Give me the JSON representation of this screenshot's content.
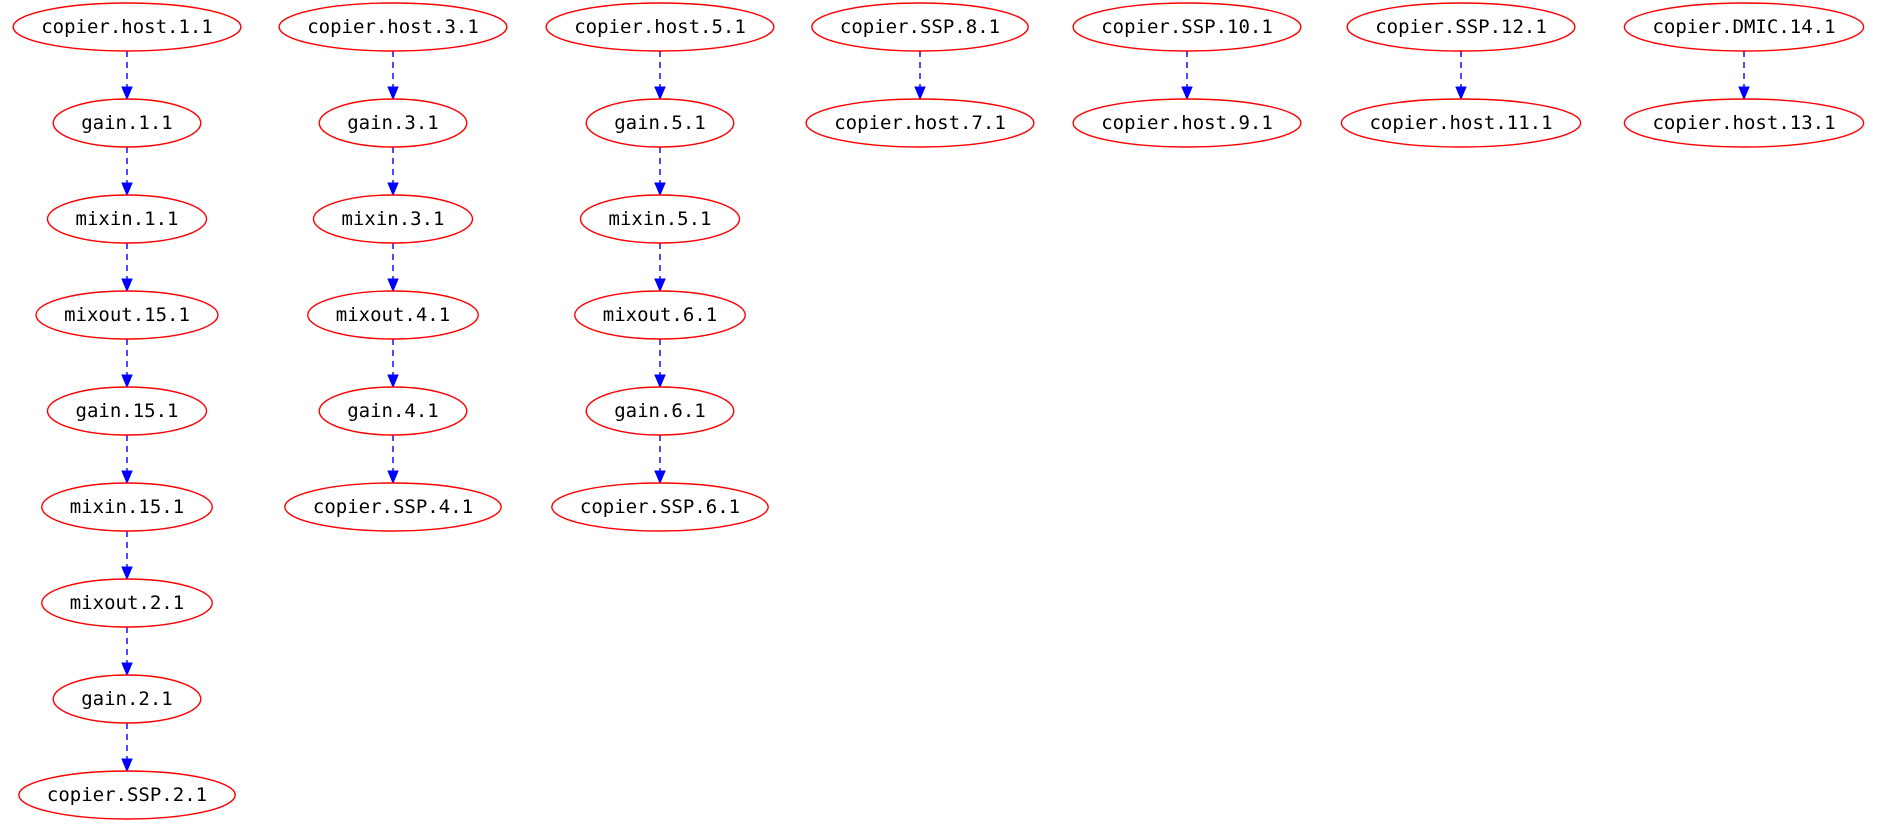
{
  "colors": {
    "node_border": "#ff0000",
    "edge": "#0000ff",
    "text": "#000000",
    "background": "#ffffff"
  },
  "edge_style": "dashed",
  "chains": [
    [
      "copier.host.1.1",
      "gain.1.1",
      "mixin.1.1",
      "mixout.15.1",
      "gain.15.1",
      "mixin.15.1",
      "mixout.2.1",
      "gain.2.1",
      "copier.SSP.2.1"
    ],
    [
      "copier.host.3.1",
      "gain.3.1",
      "mixin.3.1",
      "mixout.4.1",
      "gain.4.1",
      "copier.SSP.4.1"
    ],
    [
      "copier.host.5.1",
      "gain.5.1",
      "mixin.5.1",
      "mixout.6.1",
      "gain.6.1",
      "copier.SSP.6.1"
    ],
    [
      "copier.SSP.8.1",
      "copier.host.7.1"
    ],
    [
      "copier.SSP.10.1",
      "copier.host.9.1"
    ],
    [
      "copier.SSP.12.1",
      "copier.host.11.1"
    ],
    [
      "copier.DMIC.14.1",
      "copier.host.13.1"
    ]
  ]
}
